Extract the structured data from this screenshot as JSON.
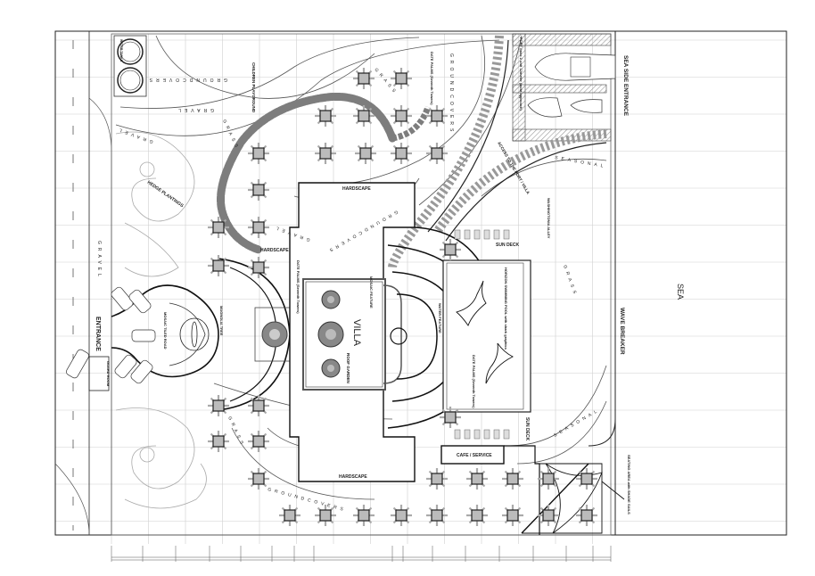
{
  "title": "Villa Landscape Site Plan",
  "colors": {
    "line": "#222222",
    "grid": "#cfcfcf",
    "hatch": "#9a9a9a",
    "hedge": "#7d7d7d",
    "paper": "#ffffff"
  },
  "labels": {
    "sea": "SEA",
    "sea_side_entrance": "SEA SIDE ENTRANCE",
    "wave_breaker": "WAVE BREAKER",
    "port": "PORT (max 2 unit 12meter yacht approach)",
    "access": "ACCESS TO THE PORT / VILLA",
    "sun_deck_top": "SUN DECK",
    "sun_deck_bottom": "SUN DECK",
    "pool": "HORIZON SWIMMING POOL with shark graphics",
    "date_palms_pool": "DATE PALMS (Seventh Towers)",
    "date_palms_top": "DATE PALMS (Seventh Towers)",
    "date_palms_left": "DATE PALMS (Seventh Towers)",
    "palm_alley": "WASHINGTONIA ALLEY",
    "villa": "VILLA",
    "roof_garden": "ROOF GARDEN",
    "hardscape_top": "HARDSCAPE",
    "hardscape_mid": "HARDSCAPE",
    "hardscape_bottom": "HARDSCAPE",
    "mosaic_feature": "MOSAIC FEATURE",
    "water_feature": "WATER FEATURE",
    "mosaic_road": "MOSAIC TILED ROAD",
    "magnolia": "MAGNOLIA TREE",
    "entrance": "ENTRANCE",
    "guard_room": "GUARD ROOM",
    "hedge": "HEDGE PLANTINGS",
    "playground": "CHILDREN PLAYGROUND",
    "water_tanks": "WATER TANKS",
    "cafe": "CAFE / SERVICE",
    "seating": "SEATING AREA with SHADE SAILS",
    "groundcovers_1": "GROUNDCOVERS",
    "groundcovers_2": "GROUNDCOVERS",
    "groundcovers_3": "GROUNDCOVERS",
    "groundcovers_4": "GROUNDCOVERS",
    "gravel_1": "GRAVEL",
    "gravel_2": "GRAVEL",
    "gravel_3": "GRAVEL",
    "gravel_4": "GRAVEL",
    "grass_1": "GRASS",
    "grass_2": "GRASS",
    "grass_3": "GRASS",
    "grass_4": "GRASS",
    "seasonal_1": "SEASONAL",
    "seasonal_2": "SEASONAL"
  }
}
